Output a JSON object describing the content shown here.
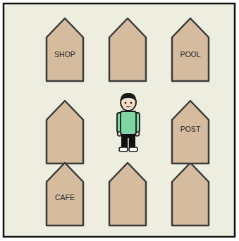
{
  "diagram": {
    "nodes": [
      {
        "text": [
          "SHOP"
        ]
      },
      {
        "text": [
          "POOL"
        ]
      },
      {
        "text": [
          "POST"
        ]
      },
      {
        "text": [
          "CAFE"
        ]
      }
    ]
  }
}
